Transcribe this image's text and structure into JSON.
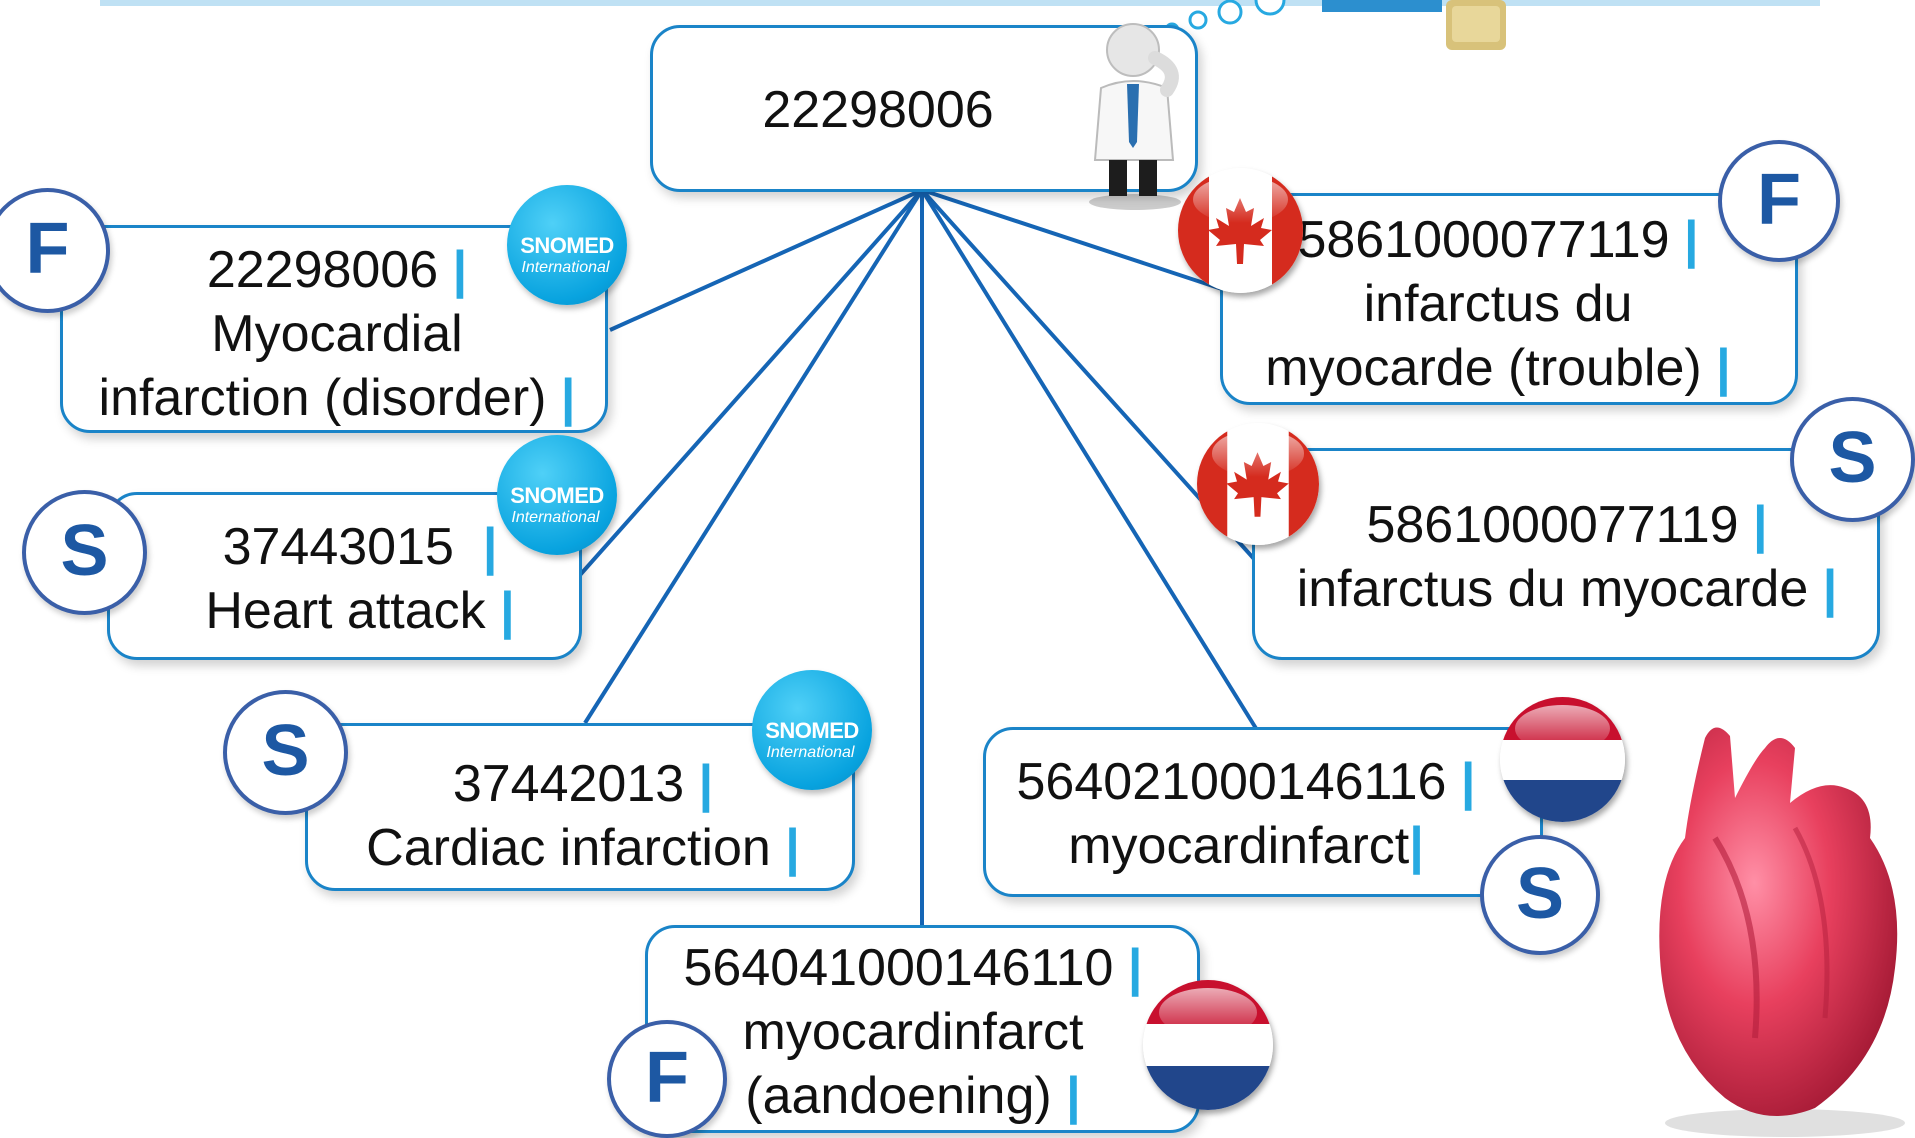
{
  "colors": {
    "box_border": "#1a84c8",
    "connector": "#1565b5",
    "separator": "#27a9e1",
    "badge_letter": "#1d58a3",
    "snomed_bubble": "#08a3df"
  },
  "root": {
    "code": "22298006",
    "icon": "thinking-doctor-figure"
  },
  "cards": {
    "snomed_fsn": {
      "badge": "F",
      "lines": [
        "22298006",
        "Myocardial",
        "infarction (disorder)"
      ],
      "separator": "|",
      "logo": {
        "text": "SNOMED",
        "subtext": "International"
      }
    },
    "snomed_syn1": {
      "badge": "S",
      "lines": [
        "37443015",
        "Heart attack"
      ],
      "separator": "|",
      "logo": {
        "text": "SNOMED",
        "subtext": "International"
      }
    },
    "snomed_syn2": {
      "badge": "S",
      "lines": [
        "37442013",
        "Cardiac infarction"
      ],
      "separator": "|",
      "logo": {
        "text": "SNOMED",
        "subtext": "International"
      }
    },
    "nl_fsn": {
      "badge": "F",
      "lines": [
        "564041000146110",
        "myocardinfarct",
        "(aandoening)"
      ],
      "separator": "|",
      "flag": "netherlands-flag"
    },
    "nl_syn": {
      "badge": "S",
      "lines": [
        "564021000146116",
        "myocardinfarct"
      ],
      "separator": "|",
      "flag": "netherlands-flag"
    },
    "ca_fsn": {
      "badge": "F",
      "lines": [
        "5861000077119",
        "infarctus du",
        "myocarde (trouble)"
      ],
      "separator": "|",
      "flag": "canada-flag"
    },
    "ca_syn": {
      "badge": "S",
      "lines": [
        "5861000077119",
        "infarctus du myocarde"
      ],
      "separator": "|",
      "flag": "canada-flag"
    }
  },
  "decorations": [
    "heart-illustration",
    "thought-bubbles",
    "hourglass"
  ]
}
